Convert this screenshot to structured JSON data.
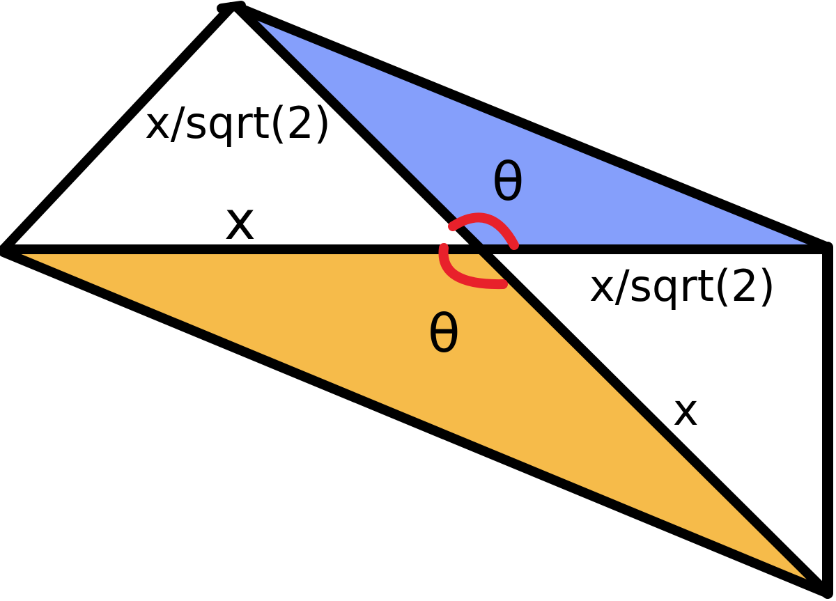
{
  "labels": {
    "upper_short_side": "x/sqrt(2)",
    "upper_long_side": "x",
    "upper_angle": "θ",
    "lower_angle": "θ",
    "right_short_side": "x/sqrt(2)",
    "right_long_side": "x"
  },
  "colors": {
    "blue_fill": "#859ffb",
    "orange_fill": "#f6bb4a",
    "stroke": "#000000",
    "angle_mark": "#e8212b"
  }
}
